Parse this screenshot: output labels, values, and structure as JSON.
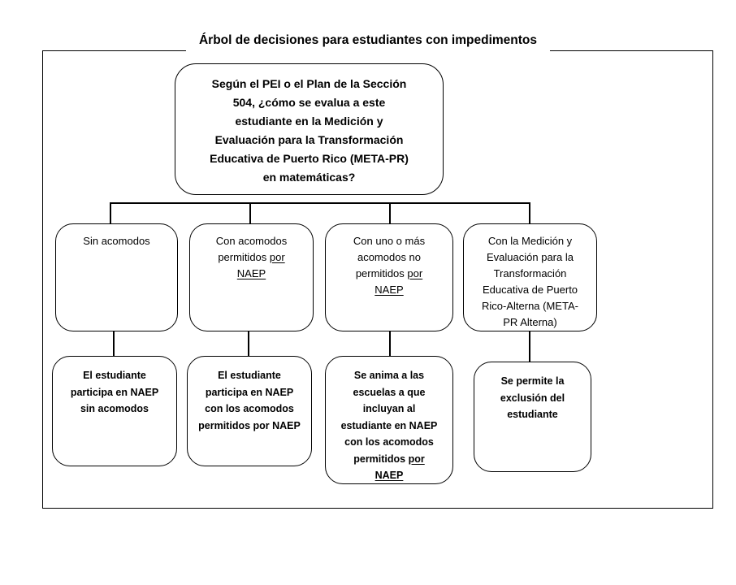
{
  "title": "Árbol de decisiones para estudiantes con impedimentos",
  "colors": {
    "line": "#000000",
    "text": "#000000",
    "background": "#ffffff"
  },
  "tree": {
    "root": {
      "lines": [
        [
          {
            "t": "Según el PEI o el Plan de la Sección"
          }
        ],
        [
          {
            "t": "504, ¿cómo se evalua a este"
          }
        ],
        [
          {
            "t": "estudiante en la Medición y"
          }
        ],
        [
          {
            "t": "Evaluación para la Transformación"
          }
        ],
        [
          {
            "t": "Educativa de Puerto Rico (META-PR)"
          }
        ],
        [
          {
            "t": "en matemáticas?"
          }
        ]
      ]
    },
    "branches": [
      {
        "lines": [
          [
            {
              "t": "Sin acomodos"
            }
          ]
        ]
      },
      {
        "lines": [
          [
            {
              "t": "Con acomodos"
            }
          ],
          [
            {
              "t": "permitidos "
            },
            {
              "t": "por",
              "u": true
            }
          ],
          [
            {
              "t": "NAEP",
              "u": true
            }
          ]
        ]
      },
      {
        "lines": [
          [
            {
              "t": "Con uno o más"
            }
          ],
          [
            {
              "t": "acomodos no"
            }
          ],
          [
            {
              "t": "permitidos "
            },
            {
              "t": "por",
              "u": true
            }
          ],
          [
            {
              "t": "NAEP",
              "u": true
            }
          ]
        ]
      },
      {
        "lines": [
          [
            {
              "t": "Con la Medición y"
            }
          ],
          [
            {
              "t": "Evaluación para la"
            }
          ],
          [
            {
              "t": "Transformación"
            }
          ],
          [
            {
              "t": "Educativa de Puerto"
            }
          ],
          [
            {
              "t": "Rico-Alterna (META-"
            }
          ],
          [
            {
              "t": "PR Alterna)"
            }
          ]
        ]
      }
    ],
    "outcomes": [
      {
        "lines": [
          [
            {
              "t": "El estudiante"
            }
          ],
          [
            {
              "t": "participa en NAEP"
            }
          ],
          [
            {
              "t": "sin acomodos"
            }
          ]
        ]
      },
      {
        "lines": [
          [
            {
              "t": "El estudiante"
            }
          ],
          [
            {
              "t": "participa en NAEP"
            }
          ],
          [
            {
              "t": "con los acomodos"
            }
          ],
          [
            {
              "t": "permitidos por NAEP"
            }
          ]
        ]
      },
      {
        "lines": [
          [
            {
              "t": "Se anima a las"
            }
          ],
          [
            {
              "t": "escuelas a que"
            }
          ],
          [
            {
              "t": "incluyan al"
            }
          ],
          [
            {
              "t": "estudiante en NAEP"
            }
          ],
          [
            {
              "t": "con los acomodos"
            }
          ],
          [
            {
              "t": "permitidos "
            },
            {
              "t": "por",
              "u": true
            }
          ],
          [
            {
              "t": "NAEP",
              "u": true
            }
          ]
        ]
      },
      {
        "lines": [
          [
            {
              "t": "Se permite la"
            }
          ],
          [
            {
              "t": "exclusión del"
            }
          ],
          [
            {
              "t": "estudiante"
            }
          ]
        ]
      }
    ]
  }
}
